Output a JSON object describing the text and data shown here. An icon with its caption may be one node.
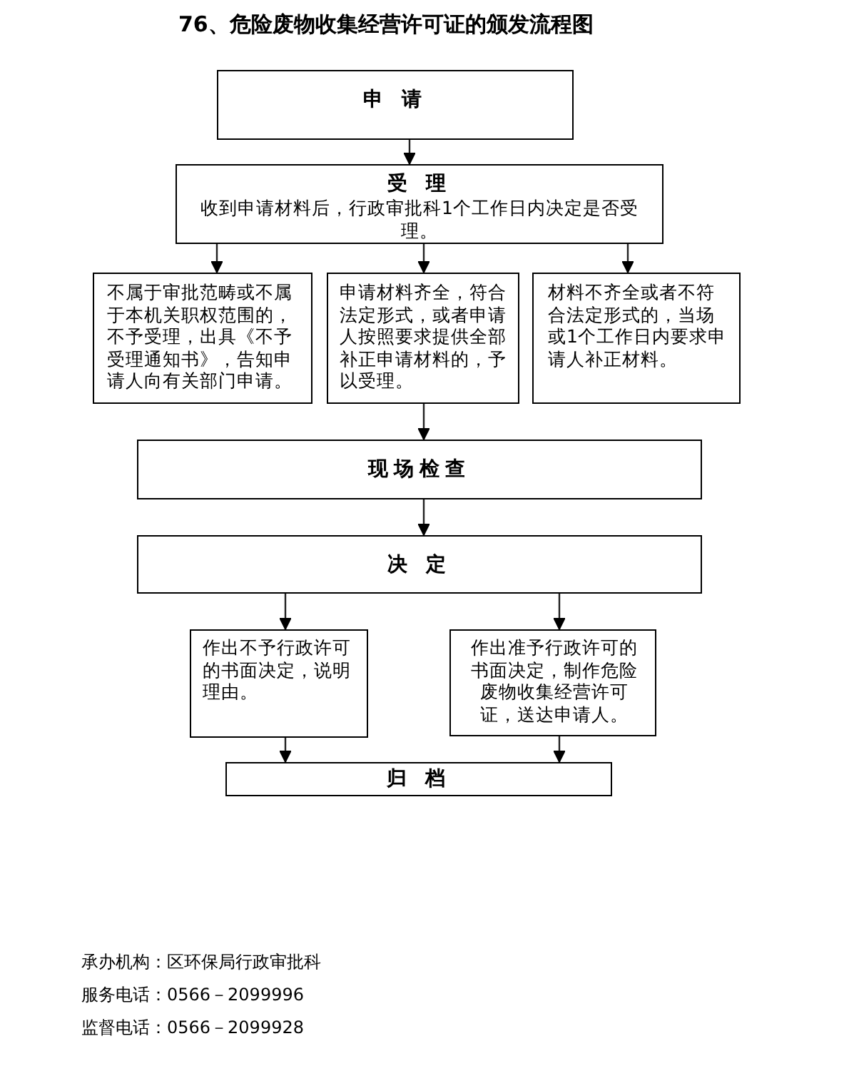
{
  "diagram": {
    "title": "76、危险废物收集经营许可证的颁发流程图",
    "nodes": [
      {
        "text": [
          "申 请"
        ]
      },
      {
        "text": [
          "受 理",
          "收到申请材料后，行政审批科1个工作日内决定是否受理。"
        ]
      },
      {
        "text": [
          "不属于审批范畴或不属于本机关职权范围的，不予受理，出具《不予受理通知书》，告知申请人向有关部门申请。"
        ]
      },
      {
        "text": [
          "申请材料齐全，符合法定形式，或者申请人按照要求提供全部补正申请材料的，予以受理。"
        ]
      },
      {
        "text": [
          "材料不齐全或者不符合法定形式的，当场或1个工作日内要求申请人补正材料。"
        ]
      },
      {
        "text": [
          "现场检查"
        ]
      },
      {
        "text": [
          "决 定"
        ]
      },
      {
        "text": [
          "作出不予行政许可的书面决定，说明理由。"
        ]
      },
      {
        "text": [
          "作出准予行政许可的书面决定，制作危险废物收集经营许可证，送达申请人。"
        ]
      },
      {
        "text": [
          "归 档"
        ]
      }
    ],
    "edges": [
      {
        "from": 0,
        "to": 1,
        "arrow": "to"
      },
      {
        "from": 1,
        "to": 2,
        "arrow": "to"
      },
      {
        "from": 1,
        "to": 3,
        "arrow": "to"
      },
      {
        "from": 1,
        "to": 4,
        "arrow": "to"
      },
      {
        "from": 3,
        "to": 5,
        "arrow": "to"
      },
      {
        "from": 5,
        "to": 6,
        "arrow": "to"
      },
      {
        "from": 6,
        "to": 7,
        "arrow": "to"
      },
      {
        "from": 6,
        "to": 8,
        "arrow": "to"
      },
      {
        "from": 7,
        "to": 9,
        "arrow": "to"
      },
      {
        "from": 8,
        "to": 9,
        "arrow": "to"
      }
    ],
    "labels": [
      "承办机构：区环保局行政审批科",
      "服务电话：0566－2099996",
      "监督电话：0566－2099928"
    ]
  }
}
